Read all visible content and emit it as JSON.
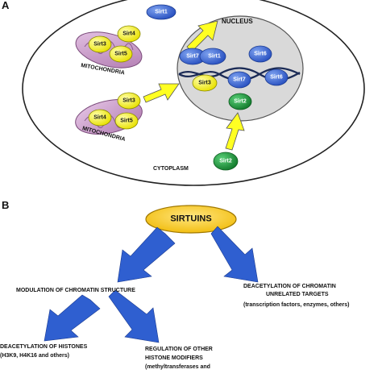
{
  "panel_a": {
    "letter": "A",
    "nucleus_label": "NUCLEUS",
    "mitochondria_label": "MITOCHONDRIA",
    "cytoplasm_label": "CYTOPLASM",
    "colors": {
      "nuclear_sirtuin": "#3f6fd8",
      "mito_sirtuin": "#ffff1a",
      "cyto_sirtuin": "#1f9a3b",
      "arrow": "#ffff22",
      "nucleus_fill": "#d9d9d9",
      "mitochondria": "#c8a0c8"
    },
    "nuclear_nodes": [
      "Sirt1",
      "Sirt7",
      "Sirt1",
      "Sirt6",
      "Sirt7",
      "Sirt6"
    ],
    "nuclear_yellow": "Sirt3",
    "nuclear_green": "Sirt2",
    "mito_top_nodes": [
      "Sirt4",
      "Sirt3",
      "Sirt5"
    ],
    "mito_bottom_nodes": [
      "Sirt3",
      "Sirt4",
      "Sirt5"
    ],
    "cytoplasm_node": "Sirt2"
  },
  "panel_b": {
    "letter": "B",
    "colors": {
      "root_fill": "#ffcc00",
      "arrow": "#2f5fd0"
    },
    "root": "SIRTUINS",
    "left_branch": "MODULATION OF CHROMATIN STRUCTURE",
    "right_branch_lines": [
      "DEACETYLATION OF CHROMATIN",
      "UNRELATED TARGETS"
    ],
    "right_branch_note": "(transcription factors, enzymes, others)",
    "leaf_left_lines": [
      "DEACETYLATION OF HISTONES",
      "(H3K9, H4K16 and others)"
    ],
    "leaf_right_lines": [
      "REGULATION OF OTHER",
      "HISTONE MODIFIERS",
      "(methyltransferases and"
    ]
  }
}
